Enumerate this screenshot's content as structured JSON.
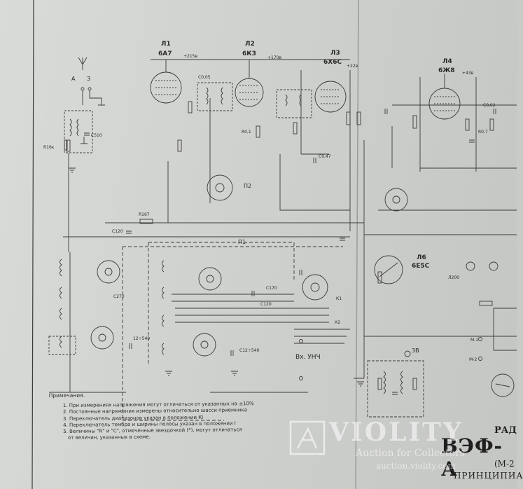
{
  "tubes": [
    {
      "ref": "Л1",
      "type": "6А7"
    },
    {
      "ref": "Л2",
      "type": "6К3"
    },
    {
      "ref": "Л3",
      "type": "6Х6С"
    },
    {
      "ref": "Л4",
      "type": "6Ж8"
    },
    {
      "ref": "Л6",
      "type": "6Е5С"
    }
  ],
  "terminals": {
    "antenna": "А",
    "ground": "З"
  },
  "switches": {
    "p1": "П1",
    "p2": "П2"
  },
  "component_labels": {
    "r16": "R16к",
    "c510": "С510",
    "c120_left": "С120",
    "r_167": "R167",
    "c270": "С270",
    "c12_540a": "12÷540",
    "c12_540b": "С12÷540",
    "c120_mid": "С120",
    "c170": "С170",
    "c047": "С0,47",
    "r0_1": "R0,1",
    "c0_05": "С0,05",
    "k1": "К1",
    "k2": "К2",
    "plus215": "+215в",
    "plus170": "+170в",
    "plus22": "+22в",
    "plus43": "+43в",
    "c0_02": "С0,02",
    "r_0_7": "R0,7",
    "l_200": "Л200",
    "m1": "М-1",
    "m2": "М-2",
    "v3": "3В"
  },
  "input_label": "Вх. УНЧ",
  "notes": {
    "heading": "Примечания.",
    "items": [
      "1. При измерениях напряжения могут отличаться от указанных на ±10%",
      "2. Постоянные напряжения измерены относительно шасси приемника",
      "3. Переключатель диапазонов указан в положении КI",
      "4. Переключатель тембра и ширины полосы указан в положении I",
      "5. Величины \"R\" и \"C\", отмеченные звездочкой (*), могут отличаться",
      "   от величин, указанных в схеме."
    ]
  },
  "title_block": {
    "line1": "РАД",
    "line2": "ВЭФ-А",
    "line3": "(М-2",
    "line4": "ПРИНЦИПИА"
  },
  "watermark": {
    "brand": "VIOLITY",
    "tagline": "Auction for Collectors",
    "url": "auction.violity.com"
  }
}
